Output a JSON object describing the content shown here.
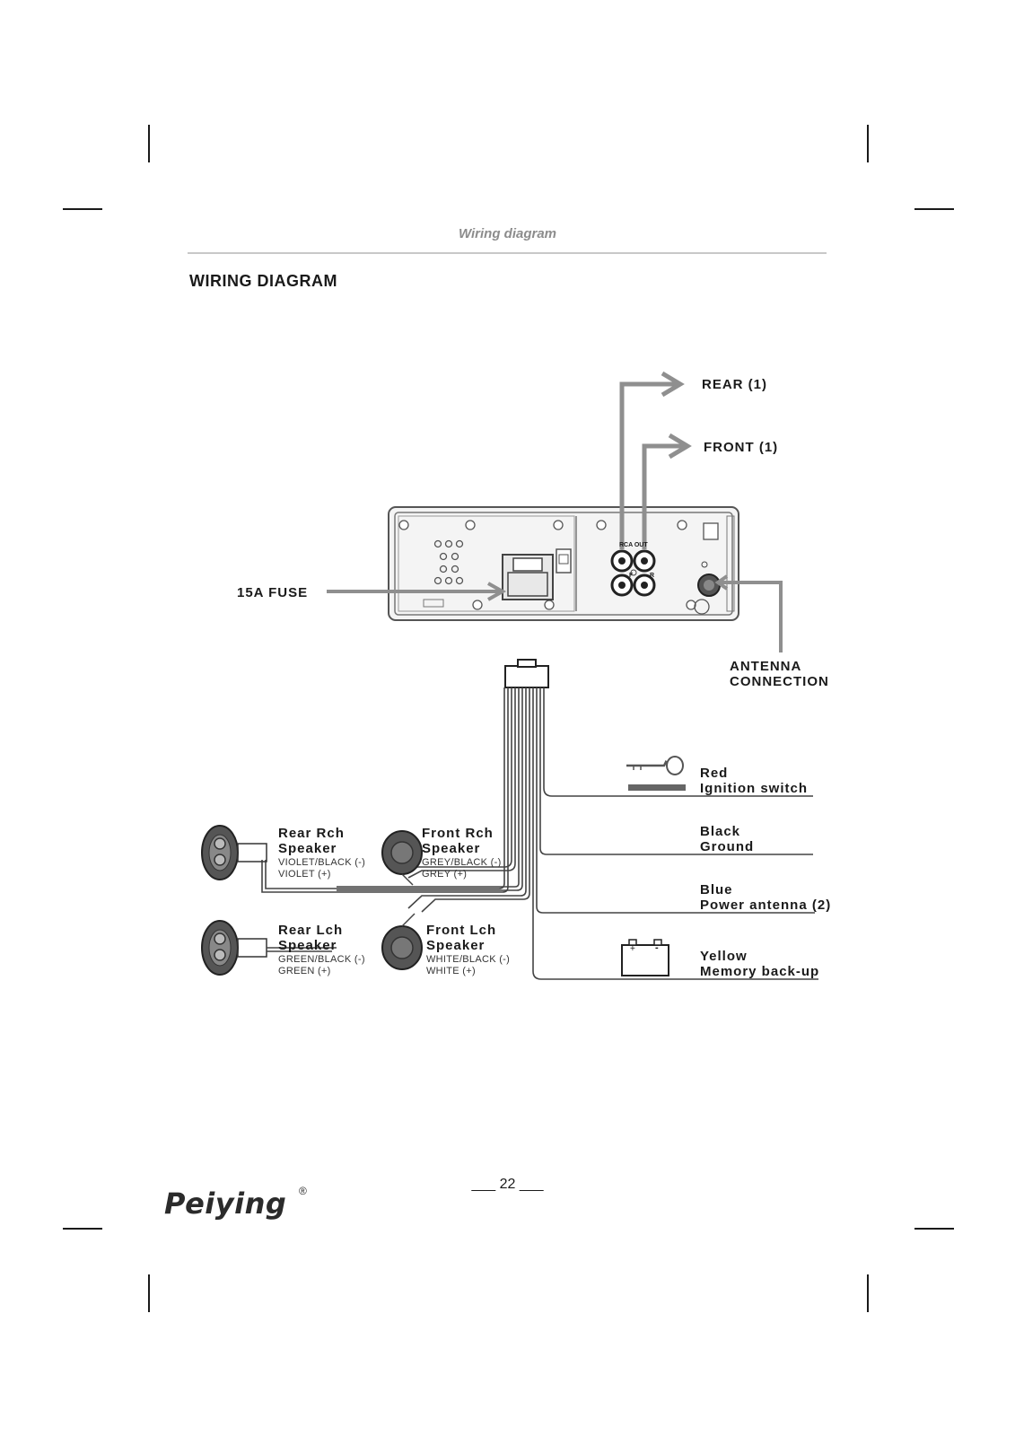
{
  "header": {
    "section": "Wiring diagram"
  },
  "title": "WIRING DIAGRAM",
  "labels": {
    "rear_out": "REAR (1)",
    "front_out": "FRONT (1)",
    "fuse": "15A FUSE",
    "rca_out": "RCA OUT",
    "rca_f": "F",
    "rca_r": "R",
    "antenna_line1": "ANTENNA",
    "antenna_line2": "CONNECTION"
  },
  "power_wires": [
    {
      "color": "Red",
      "function": "Ignition switch"
    },
    {
      "color": "Black",
      "function": "Ground"
    },
    {
      "color": "Blue",
      "function": "Power antenna (2)"
    },
    {
      "color": "Yellow",
      "function": "Memory back-up"
    }
  ],
  "speakers": {
    "rear_rch": {
      "line1": "Rear Rch",
      "line2": "Speaker",
      "neg": "VIOLET/BLACK (-)",
      "pos": "VIOLET (+)"
    },
    "front_rch": {
      "line1": "Front Rch",
      "line2": "Speaker",
      "neg": "GREY/BLACK (-)",
      "pos": "GREY (+)"
    },
    "rear_lch": {
      "line1": "Rear Lch",
      "line2": "Speaker",
      "neg": "GREEN/BLACK (-)",
      "pos": "GREEN (+)"
    },
    "front_lch": {
      "line1": "Front Lch",
      "line2": "Speaker",
      "neg": "WHITE/BLACK (-)",
      "pos": "WHITE (+)"
    }
  },
  "battery": {
    "plus": "+",
    "minus": "-"
  },
  "footer": {
    "page_number": "___ 22 ___",
    "logo": "Peiying",
    "logo_reg": "®"
  }
}
